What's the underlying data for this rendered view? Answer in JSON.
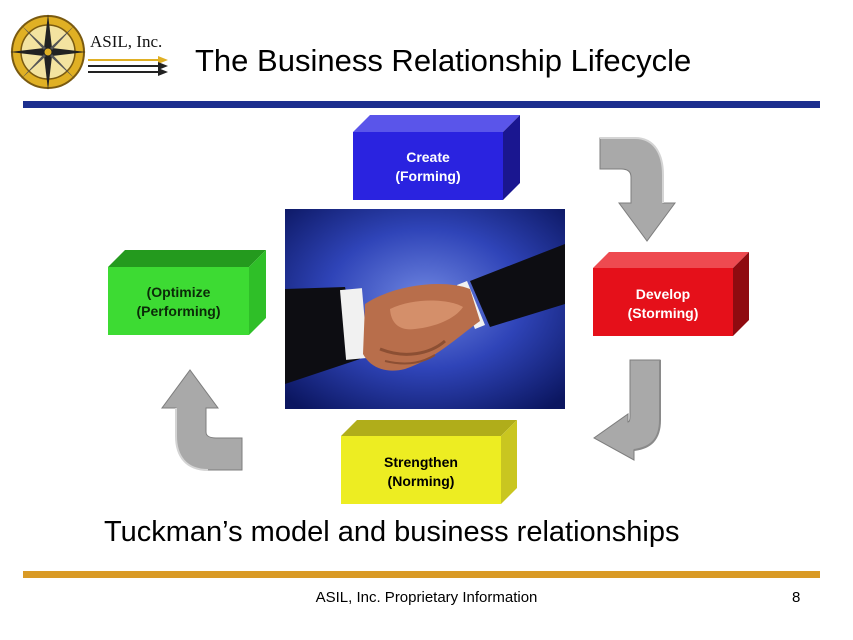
{
  "header": {
    "company": "ASIL, Inc.",
    "title": "The Business Relationship Lifecycle"
  },
  "stages": {
    "create": {
      "line1": "Create",
      "line2": "(Forming)"
    },
    "develop": {
      "line1": "Develop",
      "line2": "(Storming)"
    },
    "strengthen": {
      "line1": "Strengthen",
      "line2": "(Norming)"
    },
    "optimize": {
      "line1": "(Optimize",
      "line2": "(Performing)"
    }
  },
  "colors": {
    "create": "#2a23e0",
    "develop": "#e5101a",
    "strengthen": "#eded22",
    "optimize": "#3ddb33",
    "rule_top": "#1c2f8f",
    "rule_bottom": "#d99a25"
  },
  "subtitle": "Tuckman’s model and business relationships",
  "footer": {
    "text": "ASIL, Inc. Proprietary Information",
    "page": "8"
  }
}
